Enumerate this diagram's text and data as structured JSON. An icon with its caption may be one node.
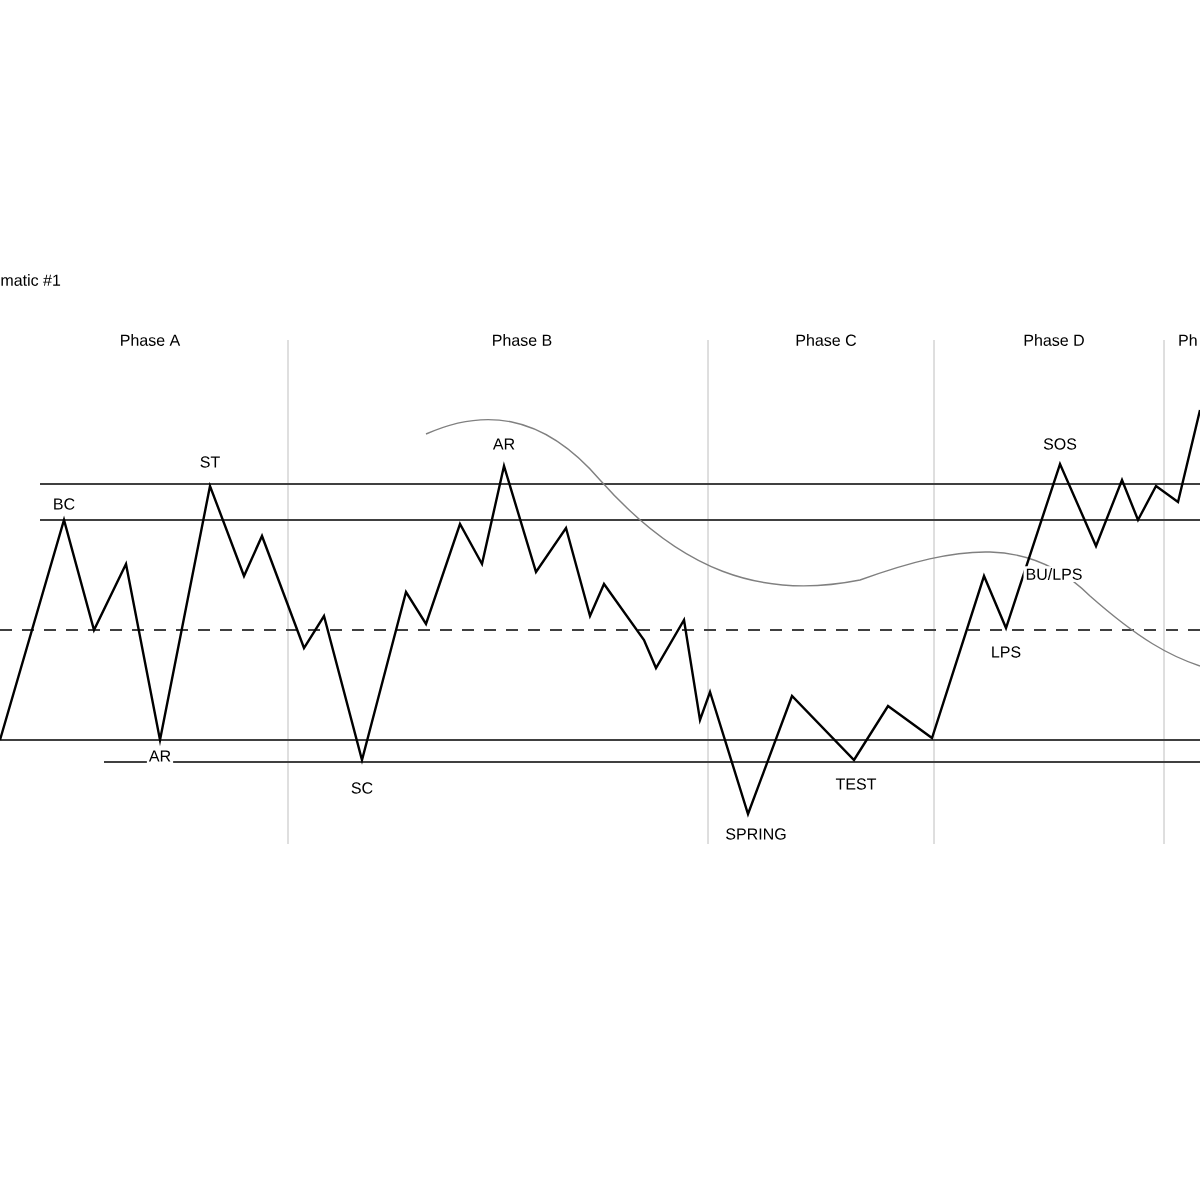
{
  "diagram": {
    "title": "matic #1",
    "labels": [
      "Phase A",
      "Phase B",
      "Phase C",
      "Phase D",
      "Ph",
      "BC",
      "ST",
      "AR",
      "SOS",
      "BU/LPS",
      "AR",
      "SC",
      "LPS",
      "SPRING",
      "TEST"
    ]
  }
}
